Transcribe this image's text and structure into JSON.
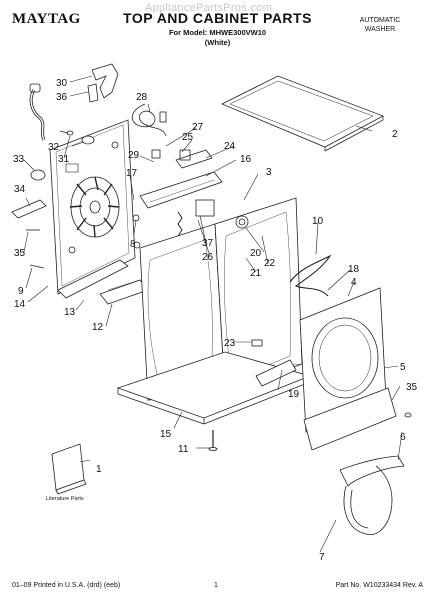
{
  "header": {
    "brand": "MAYTAG",
    "watermark": "AppliancePartsPros.com",
    "title": "TOP AND CABINET PARTS",
    "model_line": "For Model: MHWE300VW10",
    "color": "(White)",
    "product_type_1": "AUTOMATIC",
    "product_type_2": "WASHER"
  },
  "literature_label": "Literature Parts",
  "callouts": [
    "1",
    "2",
    "3",
    "4",
    "5",
    "6",
    "7",
    "8",
    "9",
    "10",
    "11",
    "12",
    "13",
    "14",
    "15",
    "16",
    "17",
    "18",
    "19",
    "20",
    "21",
    "22",
    "23",
    "24",
    "25",
    "26",
    "27",
    "28",
    "29",
    "30",
    "31",
    "32",
    "33",
    "34",
    "35",
    "36",
    "37"
  ],
  "footer": {
    "left": "01–09 Printed in U.S.A. (drd) (eeb)",
    "page": "1",
    "right": "Part No. W10233434 Rev. A"
  }
}
